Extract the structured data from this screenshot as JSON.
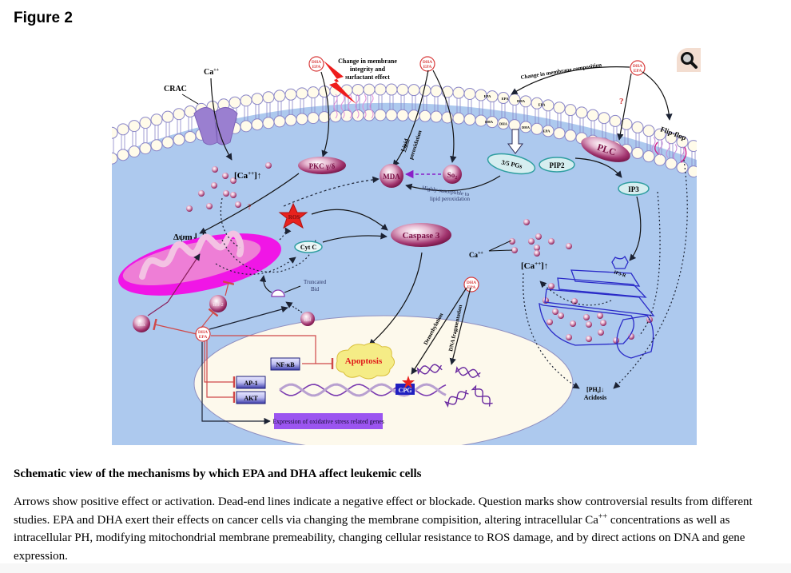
{
  "page": {
    "figure_label": "Figure 2",
    "zoom_icon": "magnifier-icon"
  },
  "figure": {
    "membrane": {
      "lipid_labels_outer": [
        "EPA",
        "EPA",
        "DHA",
        "EPA"
      ],
      "lipid_labels_inner": [
        "DHA",
        "DHA",
        "DHA",
        "EPA"
      ],
      "crac_label": "CRAC",
      "ca_ext_label": "Ca",
      "ca_ext_sup": "++",
      "disruption_label_1": "Change in membrane",
      "disruption_label_2": "integrity and",
      "disruption_label_3": "surfactant effect",
      "composition_label": "Change in membrane composition",
      "flipflop_label": "Flip-flop"
    },
    "dha_epa_badge": {
      "top": "DHA",
      "bottom": "EPA"
    },
    "nodes": {
      "pkc": "PKC γ/δ",
      "mda": "MDA",
      "so2": "So",
      "so2_sub": "2",
      "so2_sup": "·",
      "pgs": "3/5 PGs",
      "pip2": "PIP2",
      "plc": "PLC",
      "ip3": "IP3",
      "ip3r": "IP3-R",
      "ros": "ROS",
      "cytc": "Cyt C",
      "caspase3": "Caspase 3",
      "bcl2": "Bcl-2",
      "bax": "Bax",
      "bid": "Bid",
      "truncated_bid_1": "Truncated",
      "truncated_bid_2": "Bid",
      "nfkb": "NF-κB",
      "ap1": "AP-1",
      "akt": "AKT",
      "apoptosis": "Apoptosis",
      "cpg": "CPG",
      "expression": "Expression of oxidative stress related genes",
      "delta_psi": "Δψm⇃⇂",
      "ca_i_left": "[Ca",
      "ca_i_sup": "++",
      "ca_i_sub": "i",
      "ca_i_arrow": "]↑",
      "ca_mid": "Ca",
      "ca_mid_sup": "++",
      "phi": "[PH",
      "phi_sub": "i",
      "phi_arrow": "]↓",
      "acidosis": "Acidosis",
      "question": "?"
    },
    "edge_labels": {
      "lipid_perox_1": "Lipid",
      "lipid_perox_2": "peroxidation",
      "susceptible_1": "Highly susceptible to",
      "susceptible_2": "lipid peroxidation",
      "demethylation": "Demethylation",
      "dna_frag": "DNA fragmentation"
    },
    "colors": {
      "cytoplasm": "#adc9ee",
      "nucleus": "#fdf9ec",
      "membrane_head": "#fffbea",
      "membrane_stroke": "#8a86c8",
      "node_fill": "#8c1f5c",
      "node_text": "#7a0f45",
      "dha_epa": "#d83a3a",
      "inhibit": "#d04848",
      "mito": "#f016e6",
      "ros": "#e8221e",
      "er": "#2a2ac8",
      "expr_box": "#9b55f0",
      "teal": "#2e9ea0"
    }
  },
  "caption": {
    "title": "Schematic view of the mechanisms by which EPA and DHA affect leukemic cells",
    "body_part1": "Arrows show positive effect or activation. Dead-end lines indicate a negative effect or blockade. Question marks show controversial results from different studies. EPA and DHA exert their effects on cancer cells via changing the membrane compisition, altering intracellular Ca",
    "body_sup": "++",
    "body_part2": " concentrations as well as intracellular PH, modifying mitochondrial membrane premeability, changing cellular resistance to ROS damage, and by direct actions on DNA and gene expression."
  }
}
